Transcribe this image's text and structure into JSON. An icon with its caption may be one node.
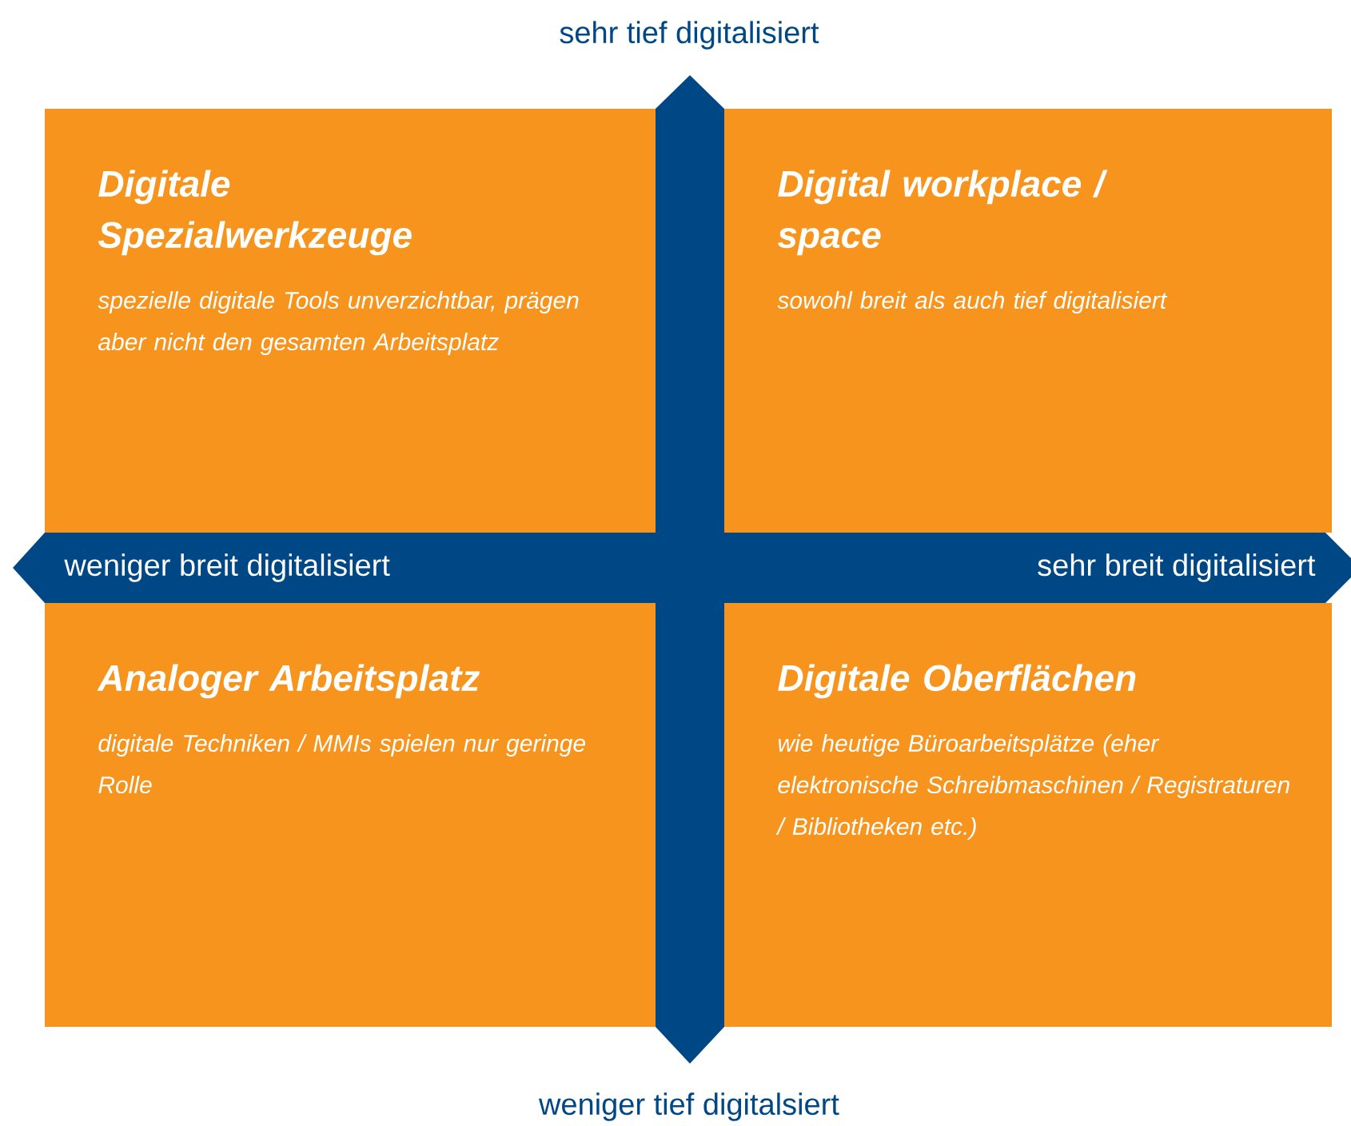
{
  "diagram": {
    "nodes": [
      {
        "text": [
          "Digitale Spezialwerkzeuge",
          "spezielle digitale Tools unverzichtbar, prägen aber nicht den gesamten Arbeitsplatz"
        ]
      },
      {
        "text": [
          "Digital workplace / space",
          "sowohl breit als auch tief digitalisiert"
        ]
      },
      {
        "text": [
          "Analoger Arbeitsplatz",
          "digitale Techniken / MMIs spielen nur geringe  Rolle"
        ]
      },
      {
        "text": [
          "Digitale Oberflächen",
          "wie heutige Büroarbeitsplätze (eher elektronische Schreibmaschinen / Registraturen / Bibliotheken etc.)"
        ]
      }
    ],
    "labels": [
      "sehr tief digitalisiert",
      "weniger breit digitalisiert",
      "sehr breit digitalisiert",
      "weniger tief digitalsiert"
    ]
  }
}
